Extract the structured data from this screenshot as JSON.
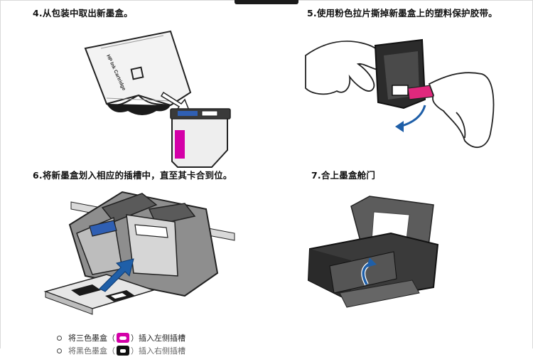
{
  "steps": [
    {
      "title": "4.从包装中取出新墨盒。",
      "package_label": "HP Ink Cartridge"
    },
    {
      "title": "5.使用粉色拉片撕掉新墨盒上的塑料保护胶带。"
    },
    {
      "title": "6.将新墨盒划入相应的插槽中，直至其卡合到位。"
    },
    {
      "title": "7.合上墨盒舱门"
    }
  ],
  "bullets": [
    {
      "before": "将三色墨盒（",
      "chip": "tri-color-cartridge-icon",
      "after": "）插入左侧插槽"
    },
    {
      "before": "将黑色墨盒（",
      "chip": "black-cartridge-icon",
      "after": "）插入右侧插槽"
    }
  ],
  "colors": {
    "magenta": "#d400a8",
    "blue_label": "#2f5fb3",
    "pink_tab": "#e0287d"
  }
}
